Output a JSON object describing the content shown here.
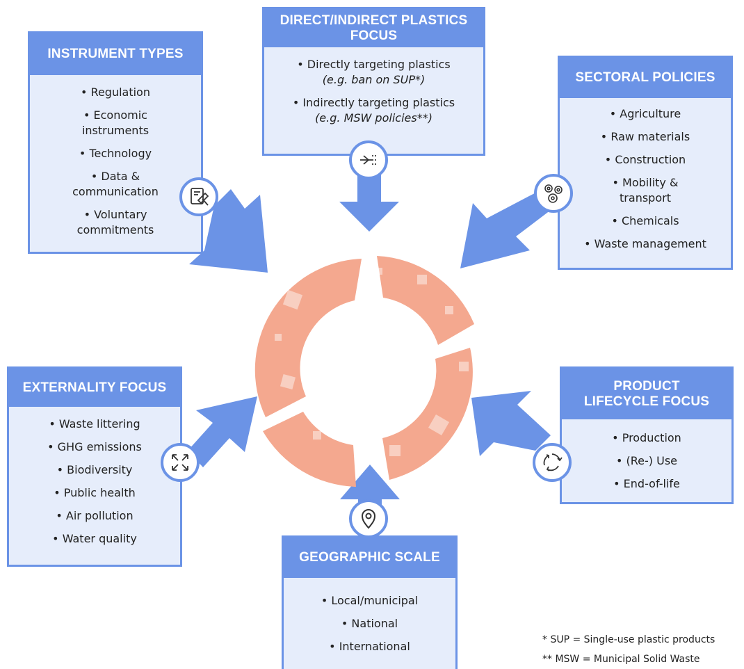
{
  "boxes": {
    "instrument": {
      "title": "INSTRUMENT TYPES",
      "items": [
        "• Regulation",
        "• Economic instruments",
        "• Technology",
        "• Data & communication",
        "• Voluntary commitments"
      ]
    },
    "direct": {
      "title": "DIRECT/INDIRECT PLASTICS FOCUS",
      "items": [
        {
          "main": "• Directly targeting plastics",
          "sub": "(e.g. ban on SUP*)"
        },
        {
          "main": "• Indirectly targeting plastics",
          "sub": "(e.g. MSW policies**)"
        }
      ]
    },
    "sectoral": {
      "title": "SECTORAL POLICIES",
      "items": [
        "• Agriculture",
        "• Raw materials",
        "• Construction",
        "• Mobility & transport",
        "• Chemicals",
        "• Waste management"
      ]
    },
    "externality": {
      "title": "EXTERNALITY FOCUS",
      "items": [
        "• Waste littering",
        "• GHG emissions",
        "• Biodiversity",
        "• Public health",
        "• Air pollution",
        "• Water quality"
      ]
    },
    "lifecycle": {
      "title": "PRODUCT LIFECYCLE FOCUS",
      "items": [
        "• Production",
        "• (Re-) Use",
        "• End-of-life"
      ]
    },
    "geographic": {
      "title": "GEOGRAPHIC SCALE",
      "items": [
        "• Local/municipal",
        "• National",
        "• International"
      ]
    }
  },
  "icons": {
    "instrument": "gavel-book-icon",
    "direct": "target-arrow-icon",
    "sectoral": "gears-icon",
    "externality": "expand-arrows-icon",
    "lifecycle": "recycle-icon",
    "geographic": "map-pin-icon"
  },
  "footnotes": {
    "sup": "* SUP = Single-use plastic products",
    "msw": "** MSW = Municipal Solid Waste"
  },
  "colors": {
    "accent": "#6b93e6",
    "box_fill": "#e6edfb",
    "ring": "#f4a88f"
  }
}
